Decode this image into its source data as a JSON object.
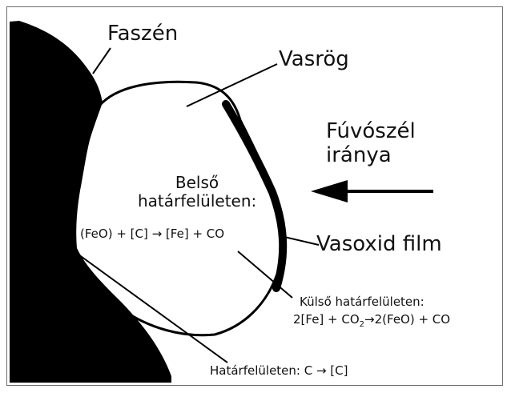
{
  "labels": {
    "faszen": "Faszén",
    "vasrog": "Vasrög",
    "fuvoszel_line1": "Fúvószél",
    "fuvoszel_line2": "iránya",
    "belso_line1": "Belső",
    "belso_line2": "határfelületen:",
    "belso_reaction": "(FeO) + [C] → [Fe] + CO",
    "vasoxid_film": "Vasoxid film",
    "kulso_line1": "Külső határfelületen:",
    "kulso_reaction_a": "2[Fe] + CO",
    "kulso_reaction_sub": "2",
    "kulso_reaction_b": "→2(FeO) + CO",
    "hatarfeluleten": "Határfelületen:  C → [C]"
  },
  "colors": {
    "ink": "#111111",
    "frame": "#6e6e6e",
    "background": "#ffffff"
  }
}
